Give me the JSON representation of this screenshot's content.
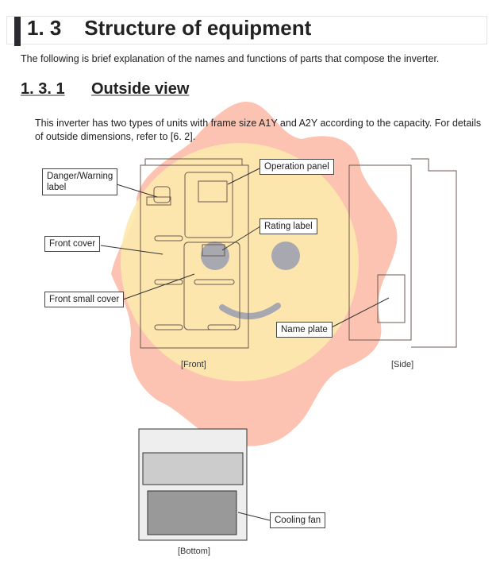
{
  "section": {
    "number": "1. 3",
    "title": "Structure of equipment",
    "intro": "The following is brief explanation of the names and functions of parts that compose the inverter."
  },
  "subsection": {
    "number": "1. 3. 1",
    "title": "Outside view",
    "text_line1": "This inverter has two types of units with frame size A1Y and A2Y according to the capacity. For details",
    "text_line2": "of outside dimensions, refer to [6. 2]."
  },
  "callouts": {
    "danger_warning": "Danger/Warning",
    "danger_warning_2": "label",
    "operation_panel": "Operation panel",
    "rating_label": "Rating label",
    "front_cover": "Front cover",
    "front_small_cover": "Front small cover",
    "name_plate": "Name plate",
    "cooling_fan": "Cooling fan"
  },
  "captions": {
    "front": "[Front]",
    "side": "[Side]",
    "bottom": "[Bottom]"
  },
  "colors": {
    "sun_outer": "#fbb9a4",
    "sun_inner": "#fde9ad",
    "face": "#a8a8b0"
  }
}
